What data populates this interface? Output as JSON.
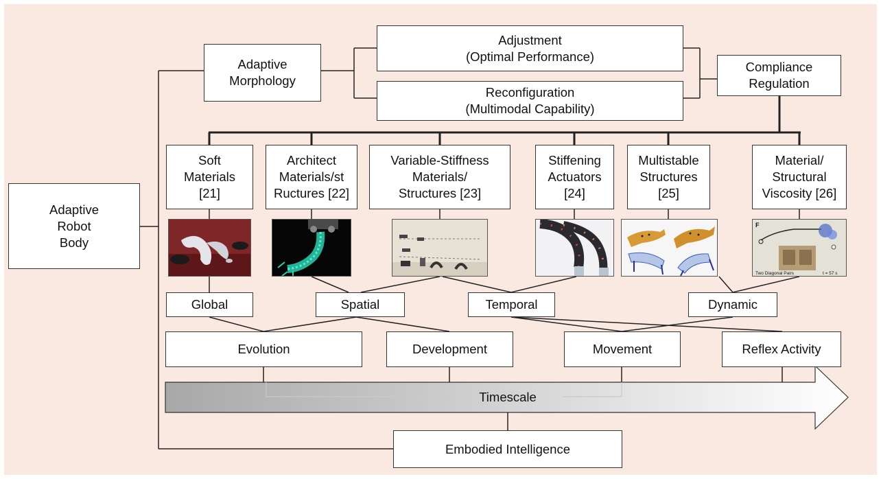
{
  "colors": {
    "background": "#f9e9e1",
    "box_fill": "#ffffff",
    "line": "#222222",
    "arrow_dark": "#a8a8a8",
    "arrow_light": "#ffffff"
  },
  "nodes": {
    "adaptive_robot_body": "Adaptive\nRobot\nBody",
    "adaptive_morphology": "Adaptive\nMorphology",
    "adjustment": "Adjustment\n(Optimal Performance)",
    "reconfiguration": "Reconfiguration\n(Multimodal Capability)",
    "compliance_regulation": "Compliance\nRegulation",
    "soft_materials": "Soft\nMaterials\n[21]",
    "architect_materials": "Architect\nMaterials/st\nRuctures [22]",
    "variable_stiffness": "Variable-Stiffness\nMaterials/\nStructures [23]",
    "stiffening_actuators": "Stiffening\nActuators\n[24]",
    "multistable_structures": "Multistable\nStructures\n[25]",
    "material_viscosity": "Material/\nStructural\nViscosity [26]",
    "global": "Global",
    "spatial": "Spatial",
    "temporal": "Temporal",
    "dynamic": "Dynamic",
    "evolution": "Evolution",
    "development": "Development",
    "movement": "Movement",
    "reflex_activity": "Reflex Activity",
    "embodied_intelligence": "Embodied  Intelligence"
  },
  "timescale_label": "Timescale",
  "photo_captions": {
    "viscosity_letter": "F",
    "viscosity_left": "Two Diagonal Pairs",
    "viscosity_right": "t = 57 s"
  }
}
